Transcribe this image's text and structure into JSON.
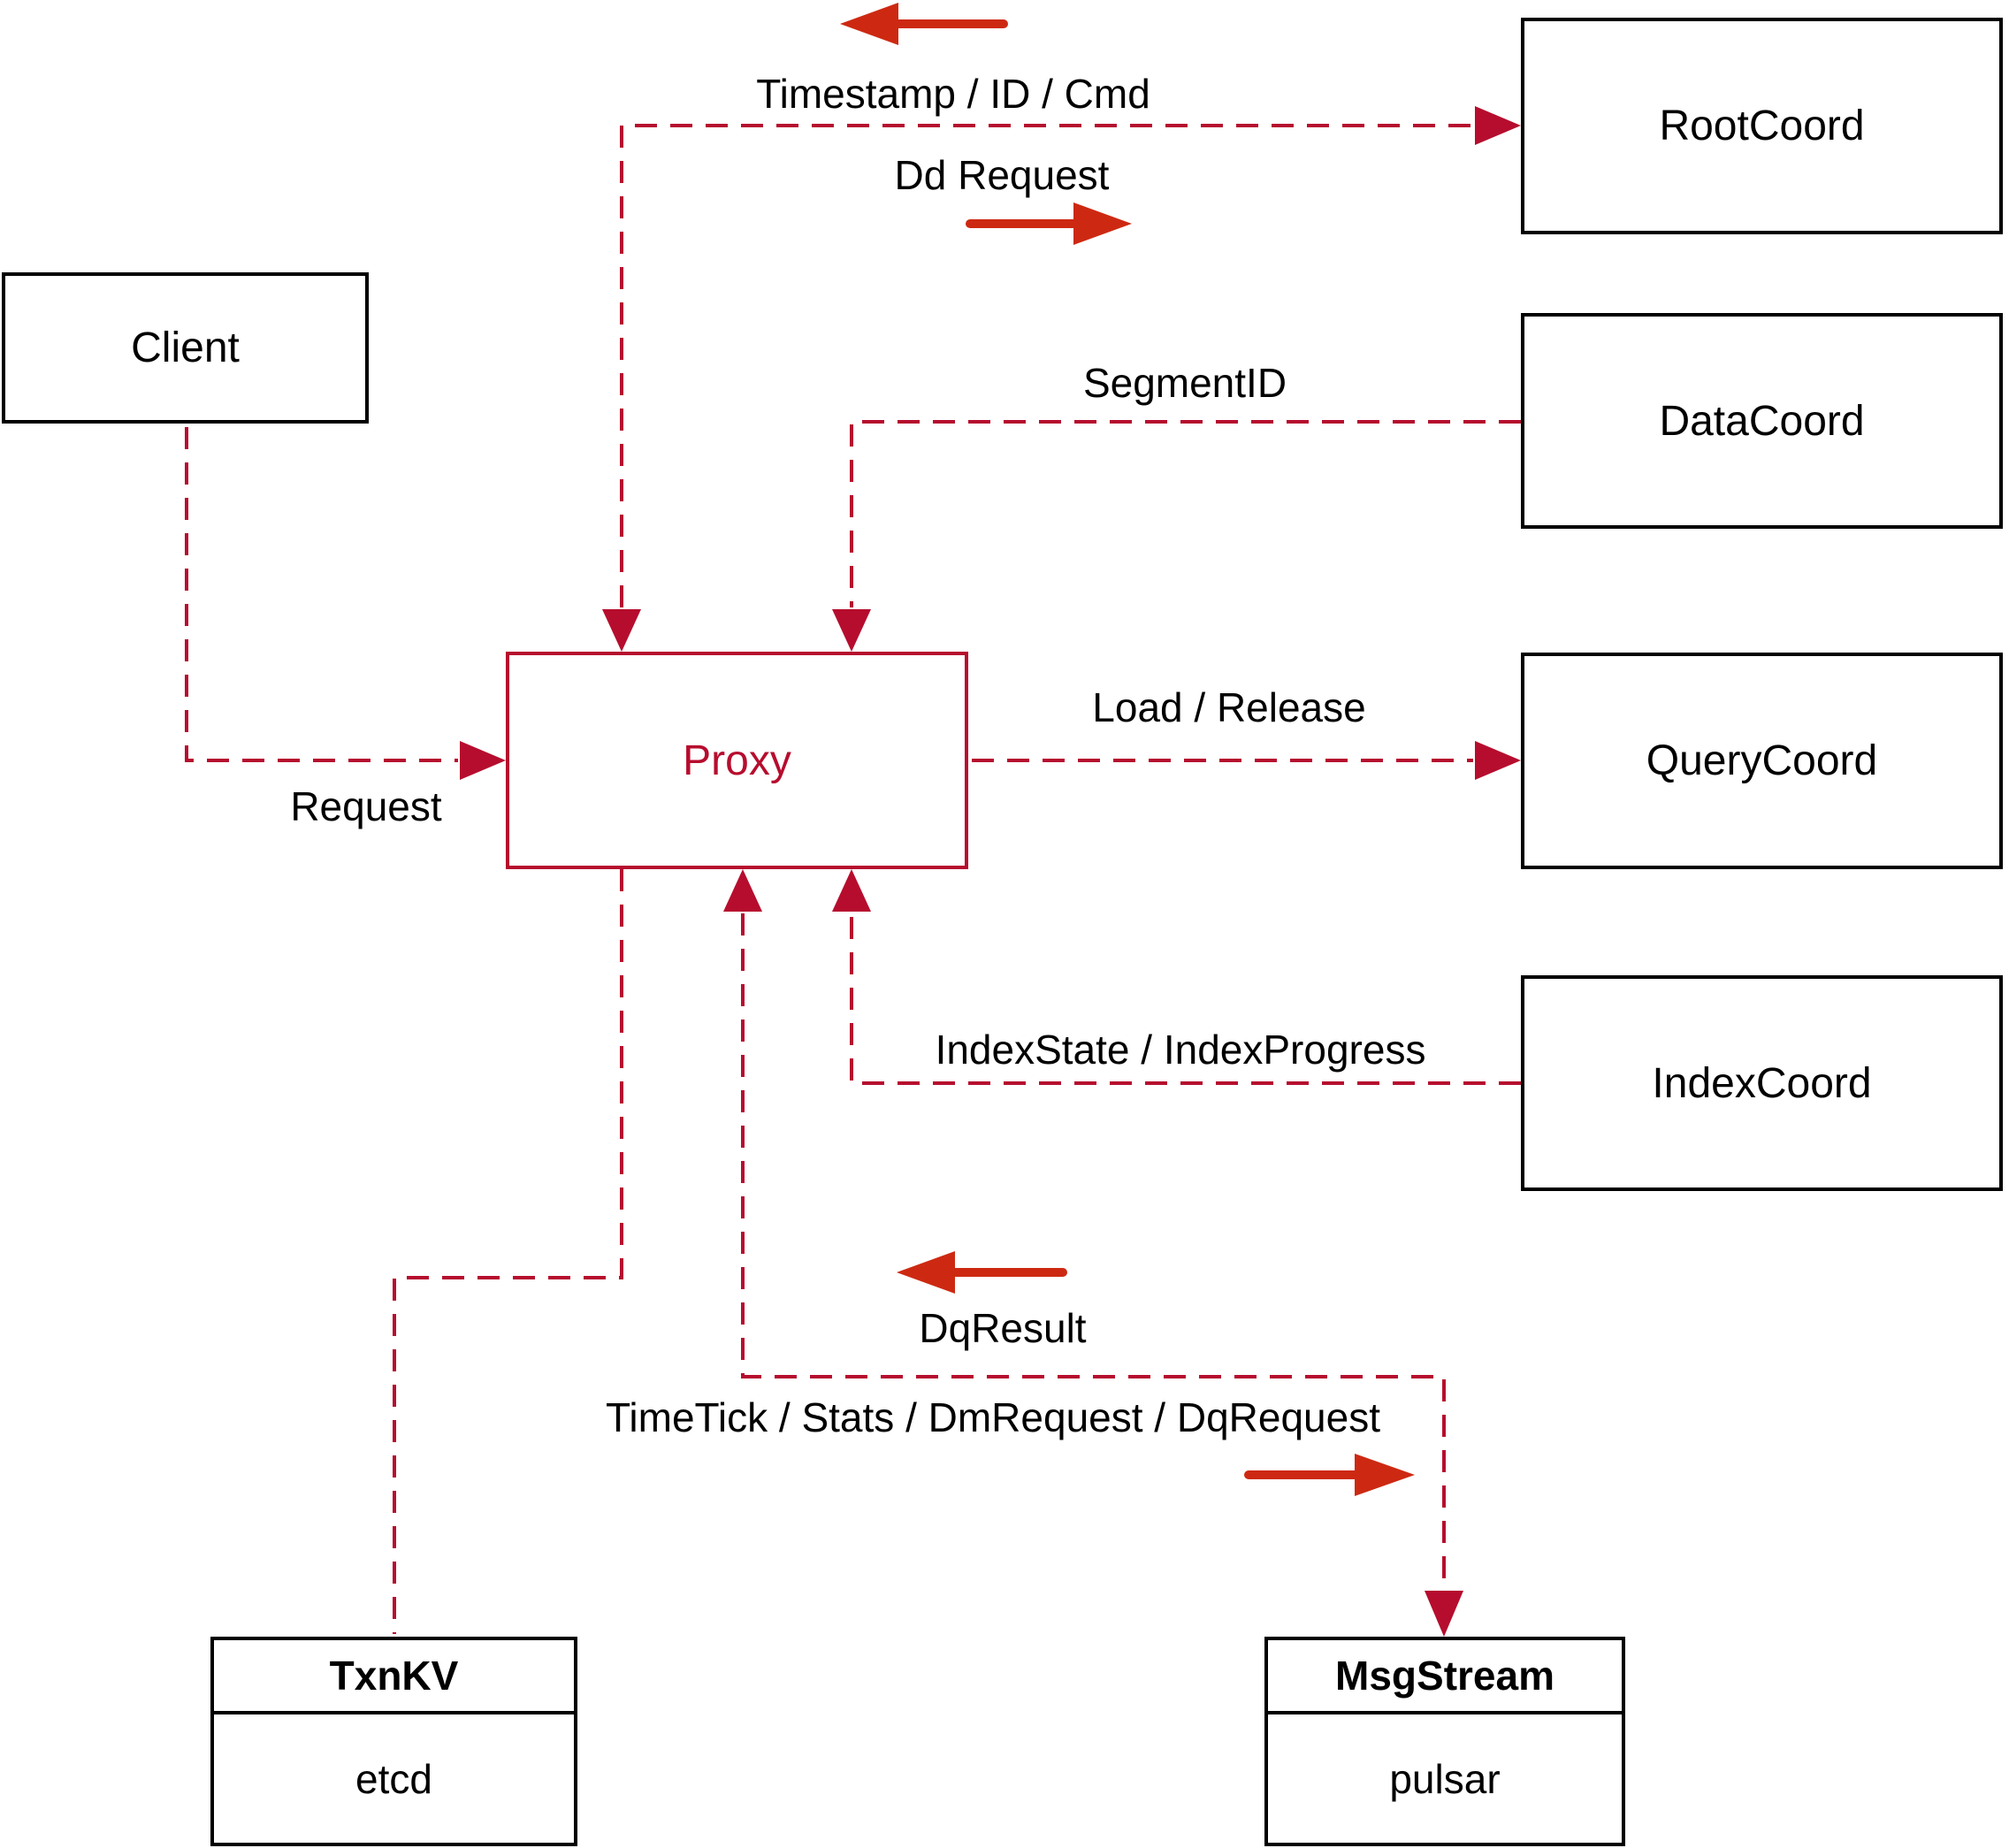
{
  "title": "Proxy interaction diagram",
  "colors": {
    "line_red": "#b60d2e",
    "arrow_red": "#cd2912",
    "box_border": "#000000",
    "label_text": "#000000",
    "background": "#ffffff"
  },
  "nodes": {
    "client": {
      "label": "Client"
    },
    "proxy": {
      "label": "Proxy"
    },
    "root_coord": {
      "label": "RootCoord"
    },
    "data_coord": {
      "label": "DataCoord"
    },
    "query_coord": {
      "label": "QueryCoord"
    },
    "index_coord": {
      "label": "IndexCoord"
    },
    "txn_kv": {
      "title": "TxnKV",
      "subtitle": "etcd"
    },
    "msg_stream": {
      "title": "MsgStream",
      "subtitle": "pulsar"
    }
  },
  "edge_labels": {
    "timestamp_id_cmd": "Timestamp / ID / Cmd",
    "dd_request": "Dd Request",
    "segment_id": "SegmentID",
    "load_release": "Load / Release",
    "request": "Request",
    "index_state_progress": "IndexState / IndexProgress",
    "dq_result": "DqResult",
    "timetick_stats": "TimeTick / Stats / DmRequest / DqRequest"
  }
}
